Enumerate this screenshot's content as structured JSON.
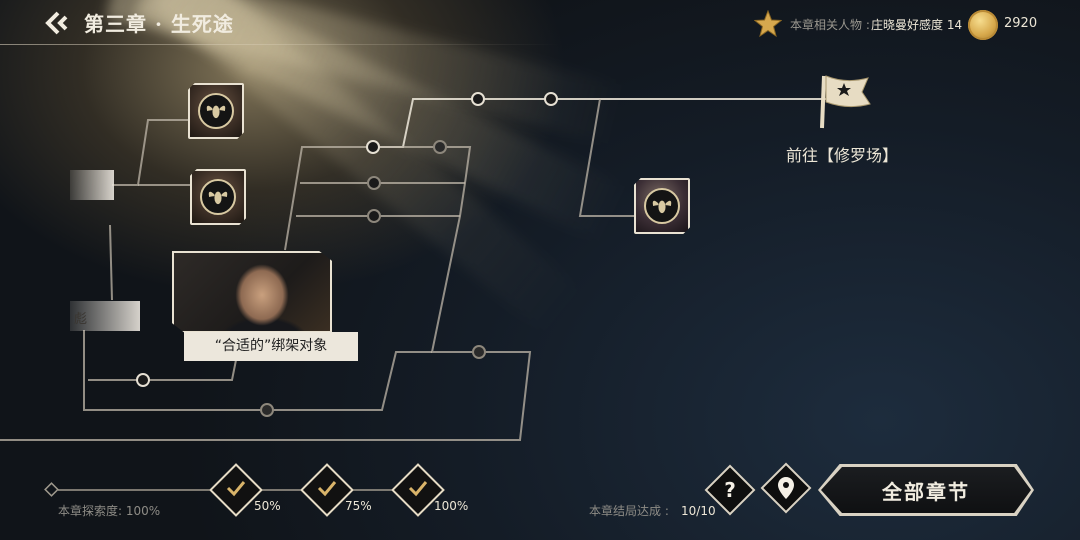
{
  "header": {
    "chapter_title": "第三章 · 生死途",
    "related_label": "本章相关人物 :",
    "related_value": "庄晓曼好感度 14",
    "coins": "2920"
  },
  "icons": {
    "back": "back-arrow-icon",
    "star": "star-icon",
    "coin": "gold-coin-icon",
    "flag": "goal-flag-icon",
    "emblem": "bee-emblem-icon",
    "help": "question-icon",
    "location": "location-pin-icon",
    "check": "check-icon"
  },
  "map": {
    "side_label_2": "彪",
    "scene_card_label": "“合适的”绑架对象",
    "goal_label": "前往【修罗场】"
  },
  "progress": {
    "explore_label": "本章探索度: 100%",
    "milestones": [
      {
        "percent": "50%",
        "completed": true
      },
      {
        "percent": "75%",
        "completed": true
      },
      {
        "percent": "100%",
        "completed": true
      }
    ],
    "ending_label": "本章结局达成 :",
    "ending_value": "10/10"
  },
  "buttons": {
    "help": "?",
    "all_chapters": "全部章节"
  },
  "colors": {
    "line": "#c9c2b4",
    "accent_gold": "#d7a94c",
    "panel_light": "#ece7dc"
  }
}
